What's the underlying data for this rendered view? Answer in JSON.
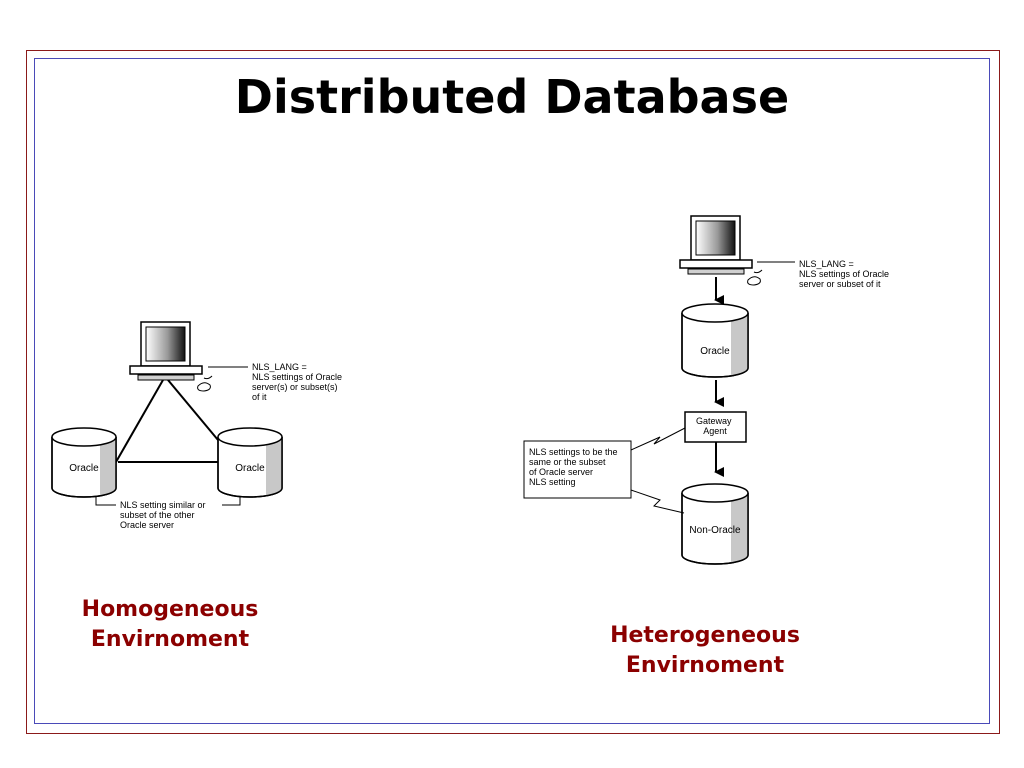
{
  "slide": {
    "title": "Distributed Database"
  },
  "homogeneous": {
    "server_left": "Oracle",
    "server_right": "Oracle",
    "client_note": [
      "NLS_LANG =",
      "NLS settings of Oracle",
      "server(s) or subset(s)",
      "of it"
    ],
    "server_note": [
      "NLS setting similar or",
      "subset of the other",
      "Oracle server"
    ],
    "caption": [
      "Homogeneous",
      "Envirnoment"
    ]
  },
  "heterogeneous": {
    "server_oracle": "Oracle",
    "gateway": [
      "Gateway",
      "Agent"
    ],
    "server_non_oracle": "Non-Oracle",
    "client_note": [
      "NLS_LANG =",
      "NLS settings of Oracle",
      "server or subset of it"
    ],
    "gateway_note": [
      "NLS settings to be the",
      "same or the subset",
      "of Oracle server",
      "NLS setting"
    ],
    "caption": [
      "Heterogeneous",
      "Envirnoment"
    ]
  },
  "colors": {
    "outer_border": "#8b1a1a",
    "inner_border": "#4a4ab8",
    "caption": "#8b0000"
  }
}
